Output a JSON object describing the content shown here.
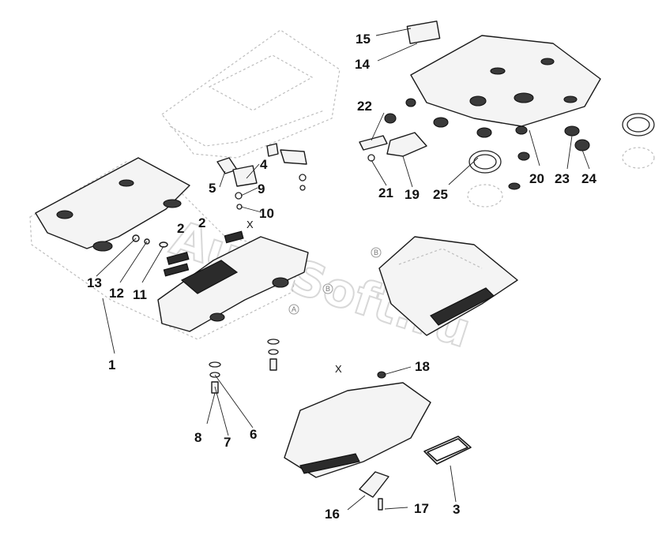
{
  "watermark": "AutoSoft.ru",
  "view_markers": {
    "upper": "X",
    "lower": "X"
  },
  "reference_marks": {
    "a_front": "A",
    "b_front": "B",
    "b_right": "B"
  },
  "callouts": {
    "c1": "1",
    "c2a": "2",
    "c2b": "2",
    "c3": "3",
    "c4": "4",
    "c5": "5",
    "c6": "6",
    "c7": "7",
    "c8": "8",
    "c9": "9",
    "c10": "10",
    "c11": "11",
    "c12": "12",
    "c13": "13",
    "c14": "14",
    "c15": "15",
    "c16": "16",
    "c17": "17",
    "c18": "18",
    "c19": "19",
    "c20": "20",
    "c21": "21",
    "c22": "22",
    "c23": "23",
    "c24": "24",
    "c25": "25"
  }
}
